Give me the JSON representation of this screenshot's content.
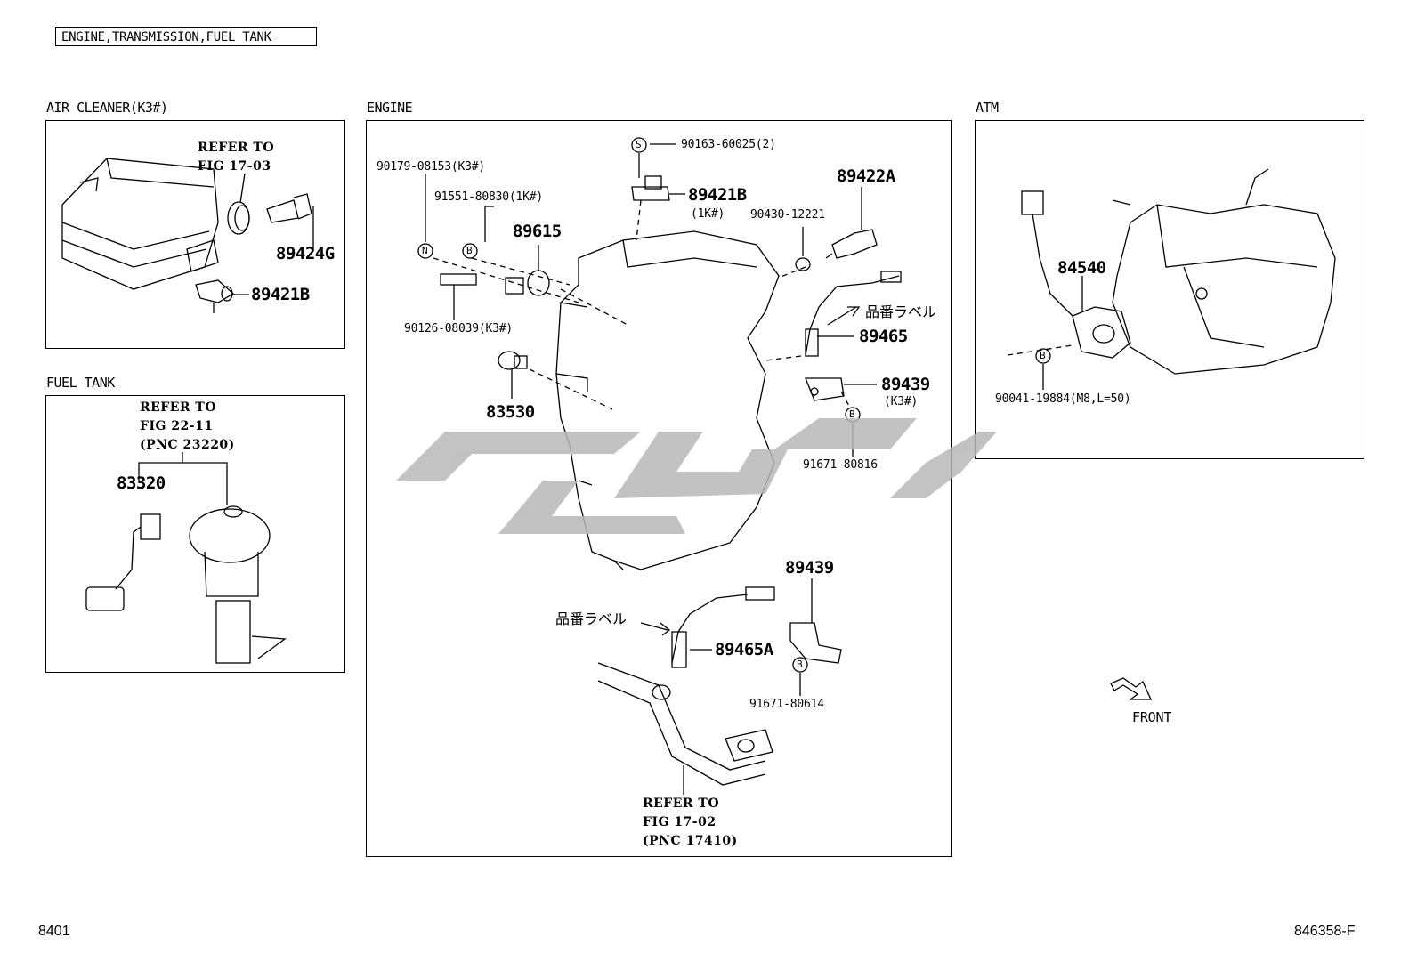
{
  "header": {
    "title": "ENGINE,TRANSMISSION,FUEL TANK"
  },
  "sections": {
    "air_cleaner": "AIR CLEANER(K3#)",
    "engine": "ENGINE",
    "atm": "ATM",
    "fuel_tank": "FUEL TANK"
  },
  "air_cleaner": {
    "refer": "REFER TO\nFIG 17-03",
    "parts": {
      "p89424g": "89424G",
      "p89421b": "89421B"
    }
  },
  "fuel_tank": {
    "refer": "REFER TO\nFIG 22-11\n(PNC 23220)",
    "parts": {
      "p83320": "83320"
    }
  },
  "engine": {
    "top_bolt": "90163-60025(2)",
    "p89421b": "89421B",
    "p89421b_note": "(1K#)",
    "p89422a": "89422A",
    "p90430": "90430-12221",
    "p90179": "90179-08153(K3#)",
    "p91551": "91551-80830(1K#)",
    "p89615": "89615",
    "p90126": "90126-08039(K3#)",
    "p83530": "83530",
    "jp_label_1": "品番ラベル",
    "p89465": "89465",
    "p89439_a": "89439",
    "p89439_note": "(K3#)",
    "p91671_a": "91671-80816",
    "p89439_b": "89439",
    "jp_label_2": "品番ラベル",
    "p89465a": "89465A",
    "p91671_b": "91671-80614",
    "refer": "REFER TO\nFIG 17-02\n(PNC 17410)",
    "sym_s": "S",
    "sym_n": "N",
    "sym_b": "B"
  },
  "atm": {
    "p84540": "84540",
    "p90041": "90041-19884(M8,L=50)",
    "front": "FRONT"
  },
  "footer": {
    "left": "8401",
    "right": "846358-F"
  }
}
